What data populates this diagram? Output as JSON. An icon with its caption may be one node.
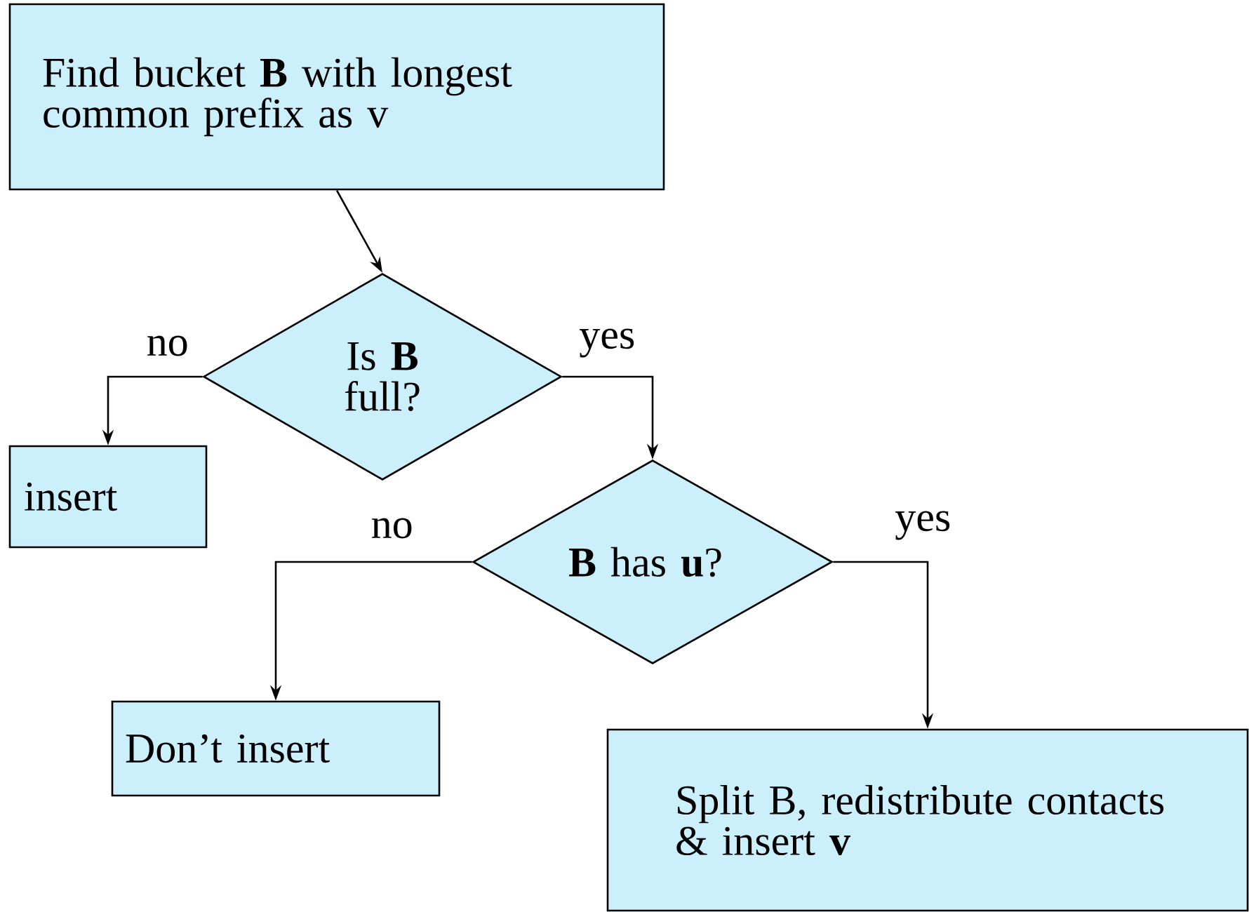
{
  "diagram": {
    "nodes": [
      {
        "text": [
          "Find bucket **B** with longest common prefix as v"
        ]
      },
      {
        "text": [
          "Is **B** full?"
        ]
      },
      {
        "text": [
          "insert"
        ]
      },
      {
        "text": [
          "**B** has **u**?"
        ]
      },
      {
        "text": [
          "Don’t insert"
        ]
      },
      {
        "text": [
          "Split B, redistribute contacts & insert **v**"
        ]
      }
    ],
    "edges": [
      {
        "from": 0,
        "to": 1,
        "arrow": "to"
      },
      {
        "from": 1,
        "to": 2,
        "arrow": "to",
        "label": "no"
      },
      {
        "from": 1,
        "to": 3,
        "arrow": "to",
        "label": "yes"
      },
      {
        "from": 3,
        "to": 4,
        "arrow": "to",
        "label": "no"
      },
      {
        "from": 3,
        "to": 5,
        "arrow": "to",
        "label": "yes"
      }
    ]
  }
}
